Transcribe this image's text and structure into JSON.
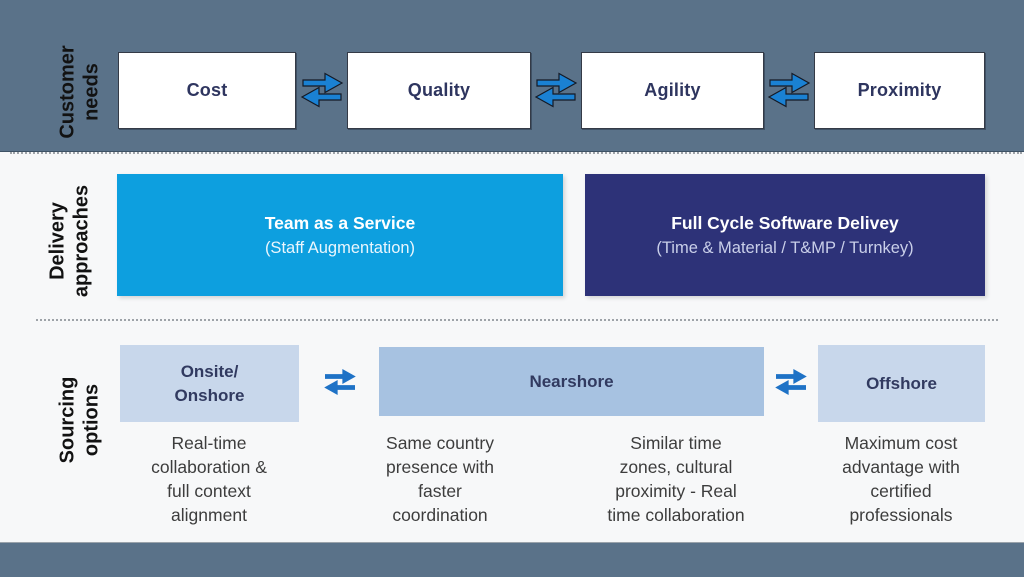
{
  "colors": {
    "band": "#5a7289",
    "team_box": "#0d9fdf",
    "full_cycle_box": "#2d3278",
    "light_option_box": "#c8d7eb",
    "nearshore_box": "#a7c2e1",
    "navy_text": "#2e355f",
    "arrow_blue": "#1a81d3",
    "arrow_blue_small": "#1e72c6"
  },
  "rows": {
    "customer_needs": {
      "label": "Customer\nneeds",
      "items": [
        "Cost",
        "Quality",
        "Agility",
        "Proximity"
      ]
    },
    "delivery_approaches": {
      "label": "Delivery\napproaches",
      "boxes": [
        {
          "title": "Team as a Service",
          "subtitle": "(Staff Augmentation)"
        },
        {
          "title": "Full Cycle Software Delivey",
          "subtitle": "(Time & Material / T&MP / Turnkey)"
        }
      ]
    },
    "sourcing_options": {
      "label": "Sourcing\noptions",
      "boxes": [
        "Onsite/\nOnshore",
        "Nearshore",
        "Offshore"
      ],
      "descriptions": [
        "Real-time\ncollaboration &\nfull context\nalignment",
        "Same country\npresence with\nfaster\ncoordination",
        "Similar time\nzones, cultural\nproximity - Real\ntime collaboration",
        "Maximum cost\nadvantage with\ncertified\nprofessionals"
      ]
    }
  }
}
